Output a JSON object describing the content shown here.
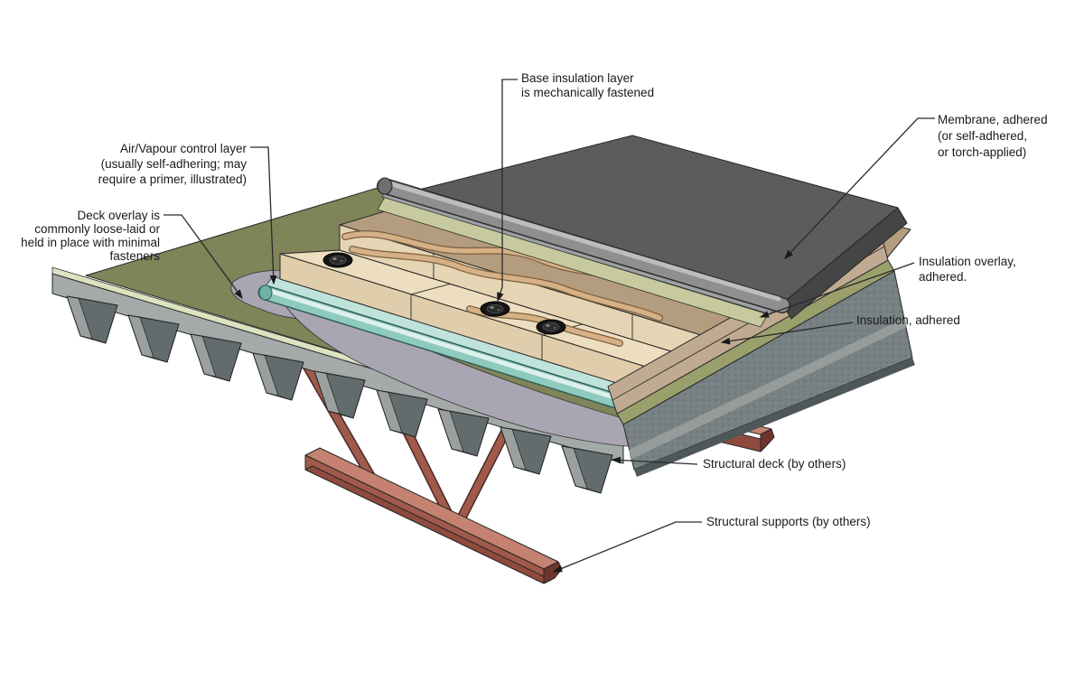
{
  "labels": {
    "base_insulation": {
      "lines": [
        "Base insulation layer",
        "is mechanically fastened"
      ]
    },
    "membrane": {
      "lines": [
        "Membrane, adhered",
        "(or self-adhered,",
        "or torch-applied)"
      ]
    },
    "air_vapour": {
      "lines": [
        "Air/Vapour control layer",
        "(usually self-adhering; may",
        "require a primer, illustrated)"
      ]
    },
    "deck_overlay": {
      "lines": [
        "Deck overlay is",
        "commonly loose-laid or",
        "held in place with minimal",
        "fasteners"
      ]
    },
    "insulation_overlay": {
      "lines": [
        "Insulation overlay,",
        "adhered."
      ]
    },
    "insulation": {
      "lines": [
        "Insulation, adhered"
      ]
    },
    "structural_deck": {
      "lines": [
        "Structural deck (by others)"
      ]
    },
    "structural_supports": {
      "lines": [
        "Structural supports (by others)"
      ]
    }
  },
  "colors": {
    "background": "#ffffff",
    "label_text": "#1a1a1a",
    "leader": "#2a2a2a",
    "membrane_top": "#5c5c5c",
    "membrane_side": "#454545",
    "membrane_roll": "#8f8f8f",
    "lap_strip": "#9ba1a3",
    "insulation_overlay_top": "#c6ca9e",
    "insulation_overlay_side": "#9aa06c",
    "insulation_top": "#b49c7e",
    "insulation_face": "#e6d5b4",
    "insulation_side": "#c0ab92",
    "adhesive": "#d6b185",
    "base_top": "#eddebf",
    "base_face": "#e0cdab",
    "vapour_sheet": "#bfe3da",
    "vapour_roll": "#8fcabf",
    "primer": "#a9a5b3",
    "deck_overlay_top": "#7f8459",
    "deck_overlay_edge": "#dde3c1",
    "deck_light": "#a4aaa8",
    "deck_side": "#778082",
    "fastener": "#161616",
    "support_light": "#c58270",
    "support_mid": "#a05a4c",
    "support_dark": "#8f4a3e"
  }
}
